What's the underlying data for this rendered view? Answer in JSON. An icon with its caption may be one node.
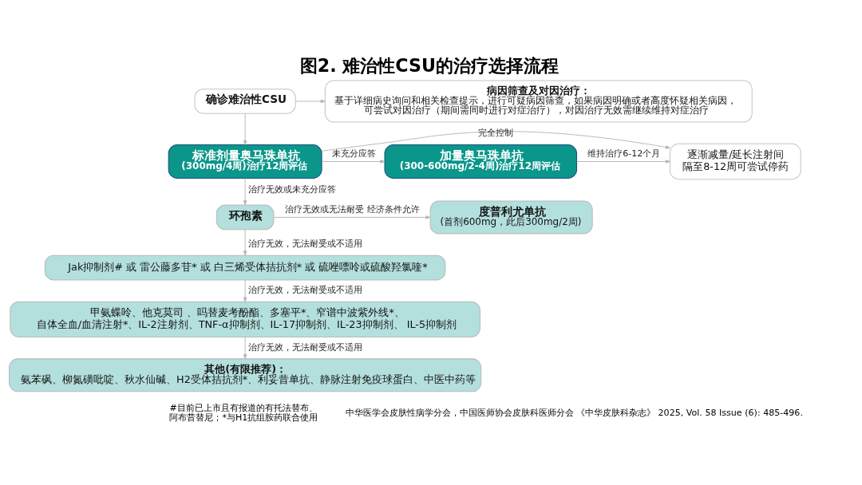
{
  "diagram": {
    "title": "图2. 难治性CSU的治疗选择流程",
    "nodes": [
      {
        "text": [
          "确诊难治性CSU"
        ]
      },
      {
        "text": [
          "病因筛查及对因治疗：",
          "基于详细病史询问和相关检查提示，进行可疑病因筛查，如果病因明确或者高度怀疑相关病因，可尝试对因治疗（期间需同时进行对症治疗），对因治疗无效需继续维持对症治疗"
        ]
      },
      {
        "text": [
          "标准剂量奥马珠单抗",
          "(300mg/4周)治疗12周评估"
        ]
      },
      {
        "text": [
          "加量奥马珠单抗",
          "(300-600mg/2-4周)治疗12周评估"
        ]
      },
      {
        "text": [
          "逐渐减量/延长注射间隔至8-12周可尝试停药"
        ]
      },
      {
        "text": [
          "环孢素"
        ]
      },
      {
        "text": [
          "度普利尤单抗",
          "(首剂600mg，此后300mg/2周)"
        ]
      },
      {
        "text": [
          "Jak抑制剂# 或 雷公藤多苷* 或 白三烯受体拮抗剂* 或 硫唑嘌呤或硫酸羟氯喹*"
        ]
      },
      {
        "text": [
          "甲氨蝶呤、他克莫司 、吗替麦考酚酯、多塞平*、窄谱中波紫外线*、自体全血/血清注射*、IL-2注射剂、TNF-α抑制剂、IL-17抑制剂、IL-23抑制剂、 IL-5抑制剂"
        ]
      },
      {
        "text": [
          "其他(有限推荐)：",
          "氨苯砜、柳氮磺吡啶、秋水仙碱、H2受体拮抗剂*、利妥昔单抗、静脉注射免疫球蛋白、中医中药等"
        ]
      }
    ],
    "edges": [
      {
        "from": 0,
        "to": 1,
        "arrow": "to"
      },
      {
        "from": 0,
        "to": 2,
        "arrow": "to"
      },
      {
        "from": 2,
        "to": 3,
        "arrow": "to",
        "label": "未充分应答"
      },
      {
        "from": 3,
        "to": 4,
        "arrow": "to",
        "label": "维持治疗6-12个月"
      },
      {
        "from": 2,
        "to": 4,
        "arrow": "to",
        "label": "完全控制"
      },
      {
        "from": 2,
        "to": 5,
        "arrow": "to",
        "label": "治疗无效或未充分应答"
      },
      {
        "from": 5,
        "to": 6,
        "arrow": "to",
        "label": "治疗无效或无法耐受 经济条件允许"
      },
      {
        "from": 5,
        "to": 7,
        "arrow": "to",
        "label": "治疗无效，无法耐受或不适用"
      },
      {
        "from": 7,
        "to": 8,
        "arrow": "to",
        "label": "治疗无效，无法耐受或不适用"
      },
      {
        "from": 8,
        "to": 9,
        "arrow": "to",
        "label": "治疗无效，无法耐受或不适用"
      }
    ],
    "labels": [
      "#目前已上市且有报道的有托法替布、阿布昔替尼；*与H1抗组胺药联合使用",
      "中华医学会皮肤性病学分会，中国医师协会皮肤科医师分会 《中华皮肤科杂志》 2025, Vol. 58 Issue (6): 485-496."
    ]
  }
}
